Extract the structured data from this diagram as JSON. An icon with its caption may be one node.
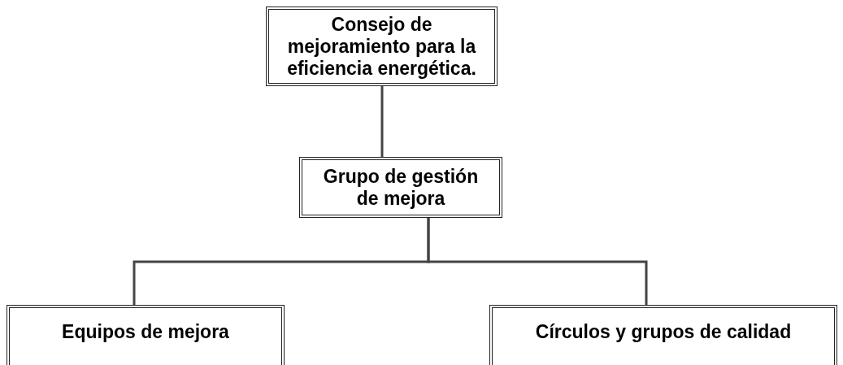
{
  "diagram": {
    "nodes": [
      {
        "text": [
          "Consejo de mejoramiento para la eficiencia energética."
        ]
      },
      {
        "text": [
          "Grupo de gestión de mejora"
        ]
      },
      {
        "text": [
          "Equipos de mejora"
        ]
      },
      {
        "text": [
          "Círculos y grupos de calidad"
        ]
      }
    ],
    "edges": [
      {
        "from": 0,
        "to": 1,
        "arrow": "none"
      },
      {
        "from": 1,
        "to": 2,
        "arrow": "none"
      },
      {
        "from": 1,
        "to": 3,
        "arrow": "none"
      }
    ]
  }
}
